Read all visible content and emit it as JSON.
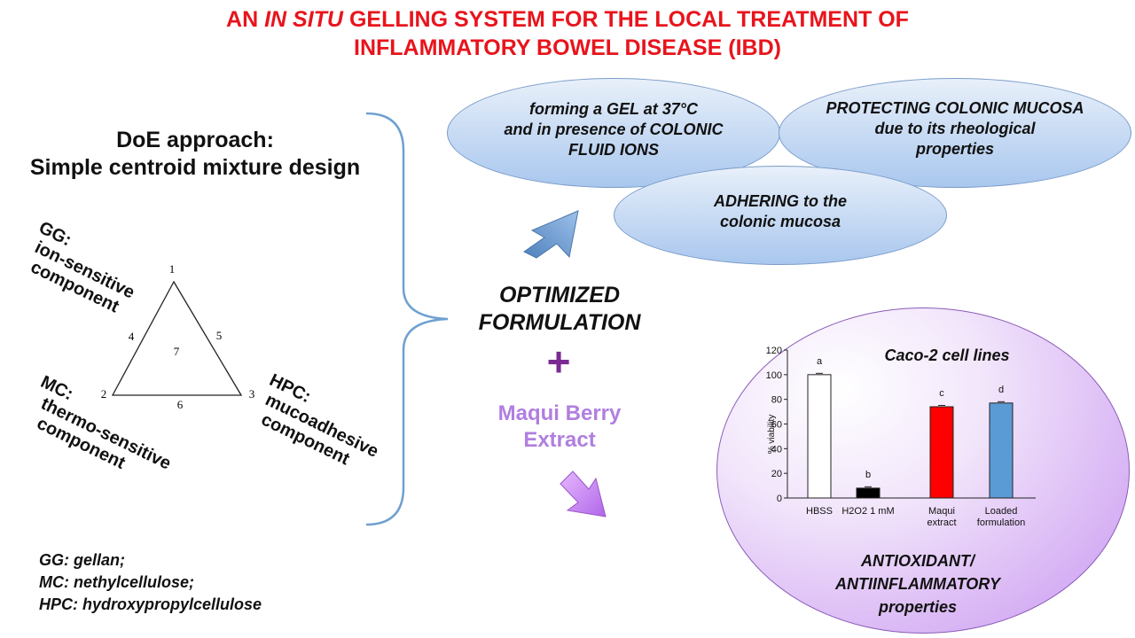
{
  "title": {
    "line1_prefix": "AN ",
    "line1_italic": "IN SITU",
    "line1_suffix": " GELLING SYSTEM FOR THE LOCAL TREATMENT OF",
    "line2": "INFLAMMATORY BOWEL DISEASE (IBD)"
  },
  "doe": {
    "line1": "DoE approach:",
    "line2": "Simple centroid mixture design"
  },
  "components": {
    "gg": "GG:\n ion-sensitive\n  component",
    "mc": "MC:\n  thermo-sensitive\n   component",
    "hpc": "HPC:\n mucoadhesive\n  component"
  },
  "triangle_labels": [
    "1",
    "2",
    "3",
    "4",
    "5",
    "6",
    "7"
  ],
  "legend": {
    "gg": "GG: gellan;",
    "mc": "MC: nethylcellulose;",
    "hpc": "HPC: hydroxypropylcellulose"
  },
  "properties": {
    "gel": "forming a GEL at 37°C\nand in presence of COLONIC\nFLUID IONS",
    "protect": "PROTECTING COLONIC MUCOSA\ndue to its rheological\nproperties",
    "adhere": "ADHERING to the\ncolonic mucosa"
  },
  "optimized": {
    "line1": "OPTIMIZED",
    "line2": "FORMULATION"
  },
  "plus": "+",
  "maqui": {
    "line1": "Maqui Berry",
    "line2": "Extract"
  },
  "cell_title": "Caco-2 cell lines",
  "antioxidant": {
    "line1": "ANTIOXIDANT/",
    "line2": "ANTIINFLAMMATORY",
    "line3": "properties"
  },
  "colors": {
    "title_red": "#e8141c",
    "maqui_purple": "#b07fe0",
    "plus_purple": "#7a2a92",
    "bubble_blue": "#a9c7ee",
    "bracket_blue": "#6fa0d0"
  },
  "chart_data": {
    "type": "bar",
    "ylabel": "% viability",
    "ylim": [
      0,
      120
    ],
    "yticks": [
      0,
      20,
      40,
      60,
      80,
      100,
      120
    ],
    "categories": [
      [
        "HBSS"
      ],
      [
        "H2O2 1 mM"
      ],
      [
        "Maqui",
        "extract"
      ],
      [
        "Loaded",
        "formulation"
      ]
    ],
    "values": [
      100,
      8,
      74,
      77
    ],
    "letters": [
      "a",
      "b",
      "c",
      "d"
    ],
    "bar_colors": [
      "#ffffff",
      "#000000",
      "#ff0000",
      "#5b9bd5"
    ]
  }
}
